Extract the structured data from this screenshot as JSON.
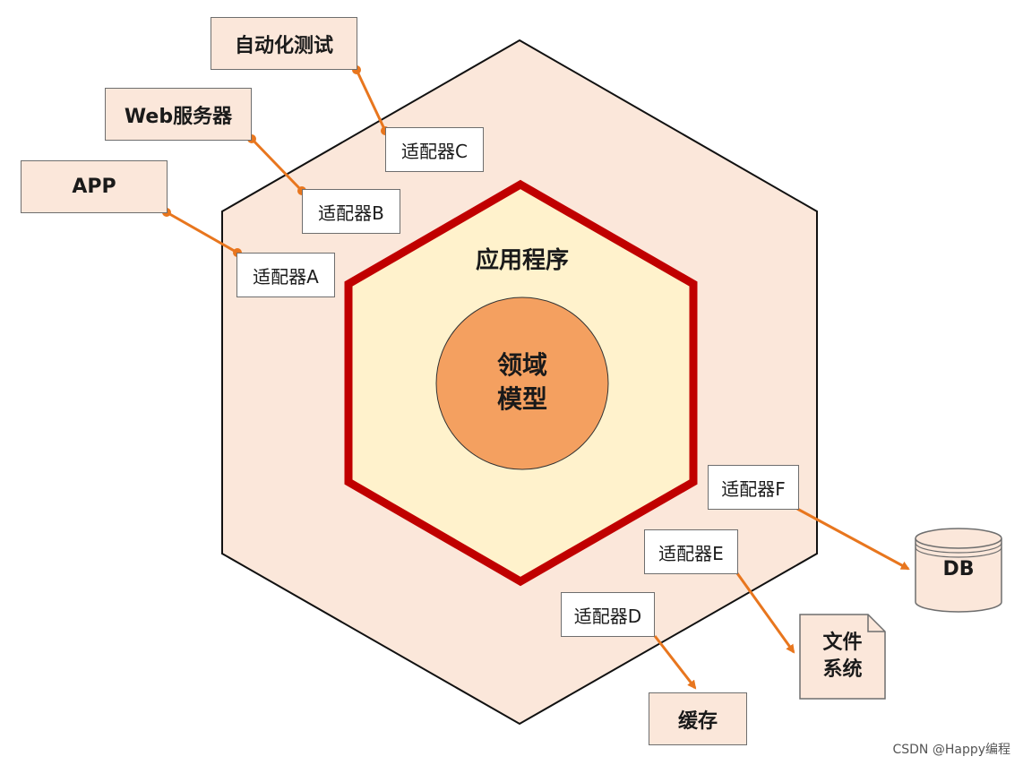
{
  "application_label": "应用程序",
  "domain_model": {
    "line1": "领域",
    "line2": "模型"
  },
  "drivers": [
    {
      "id": "automation",
      "label": "自动化测试"
    },
    {
      "id": "web",
      "label": "Web服务器"
    },
    {
      "id": "app",
      "label": "APP"
    }
  ],
  "adapters": [
    {
      "id": "A",
      "label": "适配器A"
    },
    {
      "id": "B",
      "label": "适配器B"
    },
    {
      "id": "C",
      "label": "适配器C"
    },
    {
      "id": "D",
      "label": "适配器D"
    },
    {
      "id": "E",
      "label": "适配器E"
    },
    {
      "id": "F",
      "label": "适配器F"
    }
  ],
  "driven": {
    "cache": "缓存",
    "filesystem": {
      "line1": "文件",
      "line2": "系统"
    },
    "db": "DB"
  },
  "watermark": "CSDN @Happy编程",
  "colors": {
    "outer_fill": "#fbe7da",
    "inner_fill": "#fff2cc",
    "inner_border": "#c00000",
    "core_fill": "#f4a060",
    "connector": "#e8761e"
  }
}
